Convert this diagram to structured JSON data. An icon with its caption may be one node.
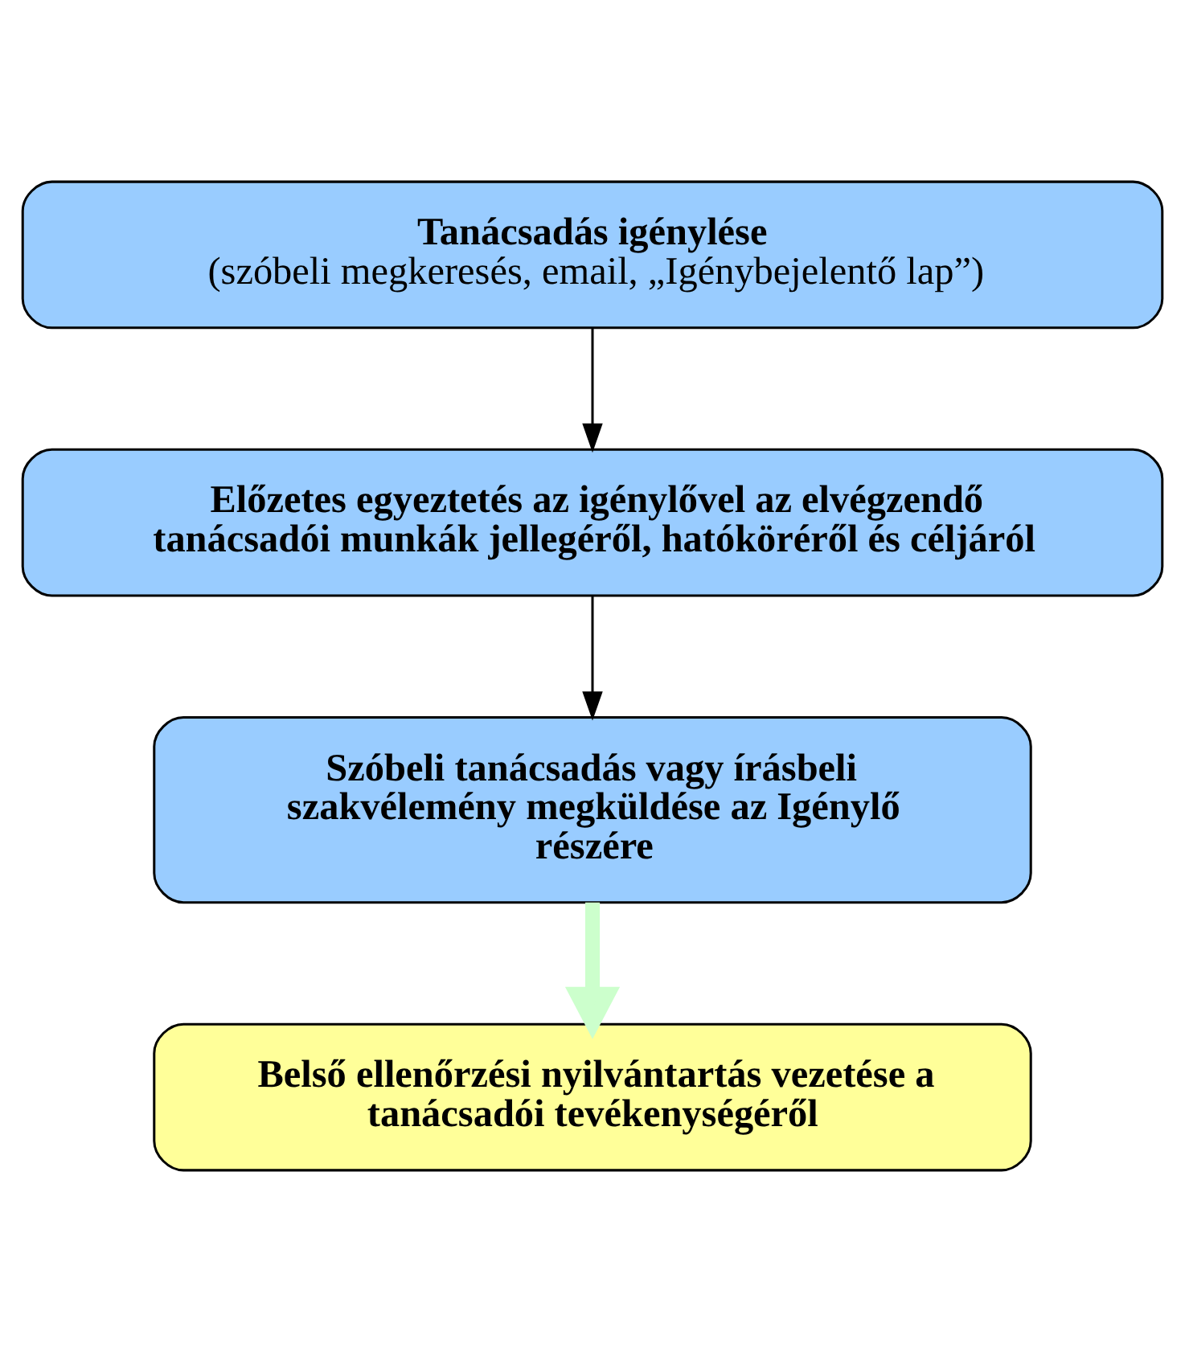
{
  "diagram": {
    "nodes": [
      {
        "text": [
          "Tanácsadás igénylése",
          "(szóbeli megkeresés, email, „Igénybejelentő lap”)"
        ]
      },
      {
        "text": [
          "Előzetes egyeztetés az igénylővel az elvégzendő tanácsadói munkák jellegéről, hatóköréről és céljáról"
        ]
      },
      {
        "text": [
          "Szóbeli tanácsadás vagy írásbeli szakvélemény megküldése az Igénylő részére"
        ]
      },
      {
        "text": [
          "Belső ellenőrzési nyilvántartás vezetése a tanácsadói tevékenységéről"
        ]
      }
    ],
    "edges": [
      {
        "from": 0,
        "to": 1,
        "arrow": "to"
      },
      {
        "from": 1,
        "to": 2,
        "arrow": "to"
      },
      {
        "from": 2,
        "to": 3,
        "arrow": "to",
        "style": "thick",
        "color": "#ccffcc"
      }
    ]
  }
}
